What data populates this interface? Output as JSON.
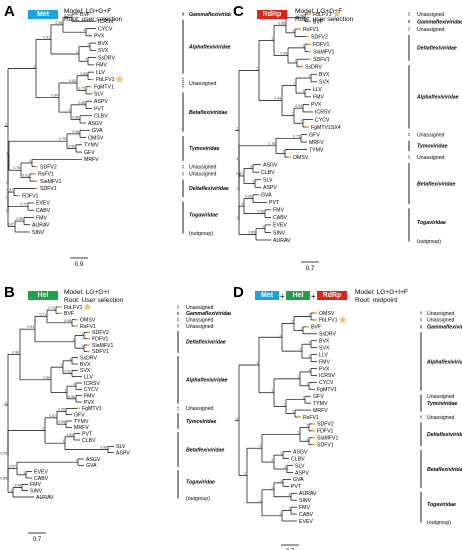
{
  "colors": {
    "met": "#1ea2dc",
    "rdrp": "#e2231a",
    "hel": "#22a146",
    "star": "#f6c75a",
    "orange_tick": "#f39c32"
  },
  "panels": {
    "A": {
      "letter": "A",
      "chip": "Met",
      "model_line": "Model: LG+G+F",
      "root_line": "Root: user selection",
      "scale": "0.9",
      "taxa": [
        "BVF",
        "ICRSV",
        "CYCV",
        "PVX",
        "BVX",
        "SVX",
        "SsDRV",
        "FMV",
        "LLV",
        "FbLFV1",
        "FgMTV1",
        "SLV",
        "ASPV",
        "PVT",
        "CLBV",
        "ASGV",
        "GVA",
        "OMSV",
        "TYMV",
        "GFV",
        "MRFV",
        "SDFV2",
        "RsFV1",
        "SlaMFV1",
        "SDFV1",
        "FDFV1",
        "EVEV",
        "CABV",
        "FMV",
        "AURAV",
        "SINV"
      ],
      "families": [
        {
          "label": "Gammaflexiviridae",
          "style": "fam"
        },
        {
          "label": "Alphaflexiviridae",
          "style": "fam"
        },
        {
          "label": "Unassigned",
          "style": "fam-u"
        },
        {
          "label": "Betaflexiviridae",
          "style": "fam"
        },
        {
          "label": "Tymoviridae",
          "style": "fam"
        },
        {
          "label": "Unassigned",
          "style": "fam-u"
        },
        {
          "label": "Unassigned",
          "style": "fam-u"
        },
        {
          "label": "Deltaflexiviridae",
          "style": "fam"
        },
        {
          "label": "Togaviridae",
          "style": "fam"
        },
        {
          "label": "(outgroup)",
          "style": "fam-u"
        }
      ],
      "bootstraps": [
        "0.89",
        "1",
        "1",
        "1",
        "0.96",
        "0.77",
        "0.68",
        "0.86",
        "0.98",
        "0.96",
        "1",
        "0.91",
        "0.97",
        "0.77",
        "0.89",
        "0.96",
        "1",
        "0.62",
        "1",
        "0.79",
        "0.76",
        "1",
        "0.87",
        "0.91",
        "0.94",
        "1",
        "1",
        "1",
        "1",
        "1"
      ]
    },
    "B": {
      "letter": "B",
      "chip": "Hel",
      "model_line": "Model: LG+G+I",
      "root_line": "Root: User selection",
      "scale": "0.7",
      "taxa": [
        "FbLFV1",
        "BVF",
        "OMSV",
        "RsFV1",
        "SDFV2",
        "FDFV1",
        "SlaMFV1",
        "SDFV1",
        "SsDRV",
        "BVX",
        "SVX",
        "LLV",
        "ICRSV",
        "CYCV",
        "FMV",
        "PVX",
        "FgMTV1",
        "GFV",
        "TYMV",
        "MRFV",
        "PVT",
        "CLBV",
        "SLV",
        "ASPV",
        "ASGV",
        "GVA",
        "EVEV",
        "CABV",
        "FMV",
        "SINV",
        "AURAV"
      ],
      "families": [
        {
          "label": "Unassigned",
          "style": "fam-u"
        },
        {
          "label": "Gammaflexiviridae",
          "style": "fam"
        },
        {
          "label": "Unassigned",
          "style": "fam-u"
        },
        {
          "label": "Unassigned",
          "style": "fam-u"
        },
        {
          "label": "Deltaflexiviridae",
          "style": "fam"
        },
        {
          "label": "Alphaflexiviridae",
          "style": "fam"
        },
        {
          "label": "Unassigned",
          "style": "fam-u"
        },
        {
          "label": "Tymoviridae",
          "style": "fam"
        },
        {
          "label": "Betaflexiviridae",
          "style": "fam"
        },
        {
          "label": "Togaviridae",
          "style": "fam"
        },
        {
          "label": "(outgroup)",
          "style": "fam-u"
        }
      ],
      "bootstraps": [
        "0.71",
        "0.99",
        "1",
        "1",
        "1",
        "0.52",
        "1",
        "0.96",
        "0.99",
        "0.99",
        "0.82",
        "0.96",
        "1",
        "1",
        "0.98",
        "0.71",
        "1",
        "1",
        "1",
        "0.87",
        "1",
        "0.67",
        "1",
        "0.93",
        "0.99",
        "1",
        "0.85",
        "0.96",
        "0.95",
        "1"
      ]
    },
    "C": {
      "letter": "C",
      "chip": "RdRp",
      "model_line": "Model: LG+G+F",
      "root_line": "Root: user selection",
      "scale": "0.7",
      "taxa": [
        "FbLFV1",
        "BVF",
        "RsFV1",
        "SDFV2",
        "FDFV1",
        "SlaMFV1",
        "SDFV1",
        "SsDRV",
        "BVX",
        "SVX",
        "LLV",
        "FMV",
        "PVX",
        "ICRSV",
        "CYCV",
        "FgMTV1SX4",
        "GFV",
        "MRFV",
        "TYMV",
        "OMSV",
        "ASGV",
        "CLBV",
        "SLV",
        "ASPV",
        "GVA",
        "PVT",
        "FMV",
        "CABV",
        "EVEV",
        "SINV",
        "AURAV"
      ],
      "families": [
        {
          "label": "Unassigned",
          "style": "fam-u"
        },
        {
          "label": "Gammaflexiviridae",
          "style": "fam"
        },
        {
          "label": "Unassigned",
          "style": "fam-u"
        },
        {
          "label": "Deltaflexiviridae",
          "style": "fam"
        },
        {
          "label": "Alphaflexiviridae",
          "style": "fam"
        },
        {
          "label": "Unassigned",
          "style": "fam-u"
        },
        {
          "label": "Tymoviridae",
          "style": "fam"
        },
        {
          "label": "Unassigned",
          "style": "fam-u"
        },
        {
          "label": "Betaflexiviridae",
          "style": "fam"
        },
        {
          "label": "Togaviridae",
          "style": "fam"
        },
        {
          "label": "(outgroup)",
          "style": "fam-u"
        }
      ],
      "bootstraps": [
        "0.98",
        "1",
        "1",
        "1",
        "1",
        "1",
        "0.94",
        "1",
        "0.75",
        "1",
        "1",
        "1",
        "0.99",
        "0.98",
        "1",
        "0.95",
        "0.96",
        "1",
        "1",
        "0.75",
        "0.87",
        "1",
        "0.85",
        "1",
        "0.94",
        "1",
        "1",
        "1",
        "1",
        "1"
      ]
    },
    "D": {
      "letter": "D",
      "chips": [
        "Met",
        "Hel",
        "RdRp"
      ],
      "plus": "+",
      "model_line": "Model: LG+G+I+F",
      "root_line": "Root: midpoint",
      "scale": "0.7",
      "taxa": [
        "OMSV",
        "FbLFV1",
        "BVF",
        "SsDRV",
        "BVX",
        "SVX",
        "LLV",
        "FMV",
        "PVX",
        "ICRSV",
        "CYCV",
        "FgMTV1",
        "GFV",
        "TYMV",
        "MRFV",
        "RsFV1",
        "SDFV2",
        "FDFV1",
        "SlaMFV1",
        "SDFV1",
        "ASGV",
        "CLBV",
        "SLV",
        "ASPV",
        "GVA",
        "PVT",
        "AURAV",
        "SINV",
        "FMV",
        "CABV",
        "EVEV"
      ],
      "families": [
        {
          "label": "Unassigned",
          "style": "fam-u"
        },
        {
          "label": "Unassigned",
          "style": "fam-u"
        },
        {
          "label": "Gammaflexiviridae",
          "style": "fam"
        },
        {
          "label": "Alphaflexiviridae",
          "style": "fam"
        },
        {
          "label": "Unassigned",
          "style": "fam-u"
        },
        {
          "label": "Tymoviridae",
          "style": "fam"
        },
        {
          "label": "Unassigned",
          "style": "fam-u"
        },
        {
          "label": "Deltaflexiviridae",
          "style": "fam"
        },
        {
          "label": "Betaflexiviridae",
          "style": "fam"
        },
        {
          "label": "Togaviridae",
          "style": "fam"
        },
        {
          "label": "(outgroup)",
          "style": "fam-u"
        }
      ],
      "bootstraps": [
        "1",
        "1",
        "1",
        "1",
        "1",
        "1",
        "1",
        "1",
        "1",
        "1",
        "1",
        "1",
        "1",
        "1",
        "1",
        "1",
        "1",
        "1",
        "1",
        "1",
        "1",
        "1",
        "1",
        "1",
        "1",
        "1",
        "1",
        "1",
        "1",
        "1"
      ]
    }
  }
}
